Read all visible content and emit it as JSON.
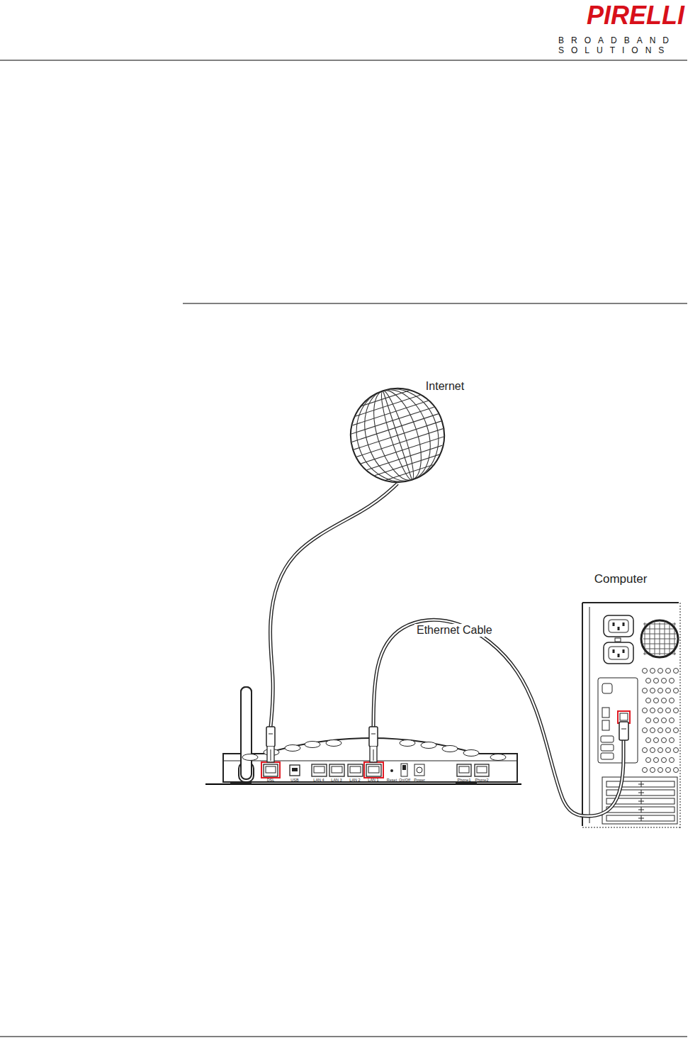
{
  "diagram": {
    "nodes": [
      {
        "text": [
          "Internet"
        ]
      },
      {
        "text": [
          "Computer"
        ]
      },
      {
        "text": [
          "DSL",
          "USB",
          "LAN 4",
          "LAN 3",
          "LAN 2",
          "LAN 1",
          "Reset",
          "On/Off",
          "Power",
          "Phone1",
          "Phone2"
        ]
      }
    ],
    "edges": [
      {
        "from": 0,
        "to": 2,
        "arrow": "none"
      },
      {
        "from": 2,
        "to": 1,
        "label": "Ethernet Cable",
        "arrow": "none"
      }
    ],
    "labels": [
      "PIRELLI",
      "BROADBAND SOLUTIONS"
    ]
  }
}
